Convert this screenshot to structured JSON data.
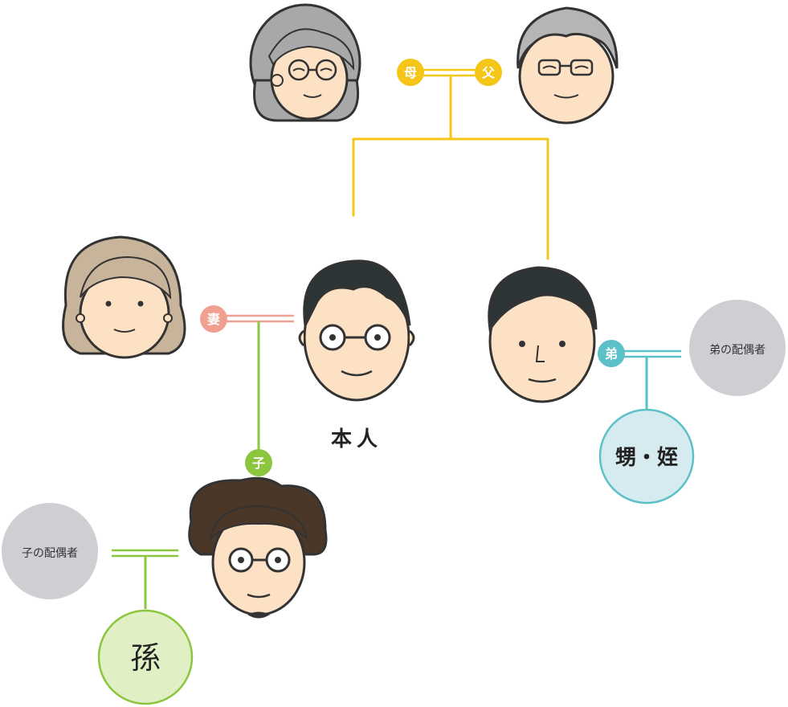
{
  "labels": {
    "mother": "母",
    "father": "父",
    "wife": "妻",
    "child": "子",
    "brother": "弟",
    "self": "本人",
    "brother_spouse": "弟の配偶者",
    "child_spouse": "子の配偶者",
    "nephew_niece": "甥・姪",
    "grandchild": "孫"
  },
  "colors": {
    "parents_line": "#f5c518",
    "wife_line": "#f0a090",
    "child_line": "#8cc63f",
    "brother_line": "#5bc0c8",
    "spouse_circle": "#cfcfd3",
    "nephew_fill": "#d6ebef",
    "grandchild_fill": "#e0efc4"
  }
}
